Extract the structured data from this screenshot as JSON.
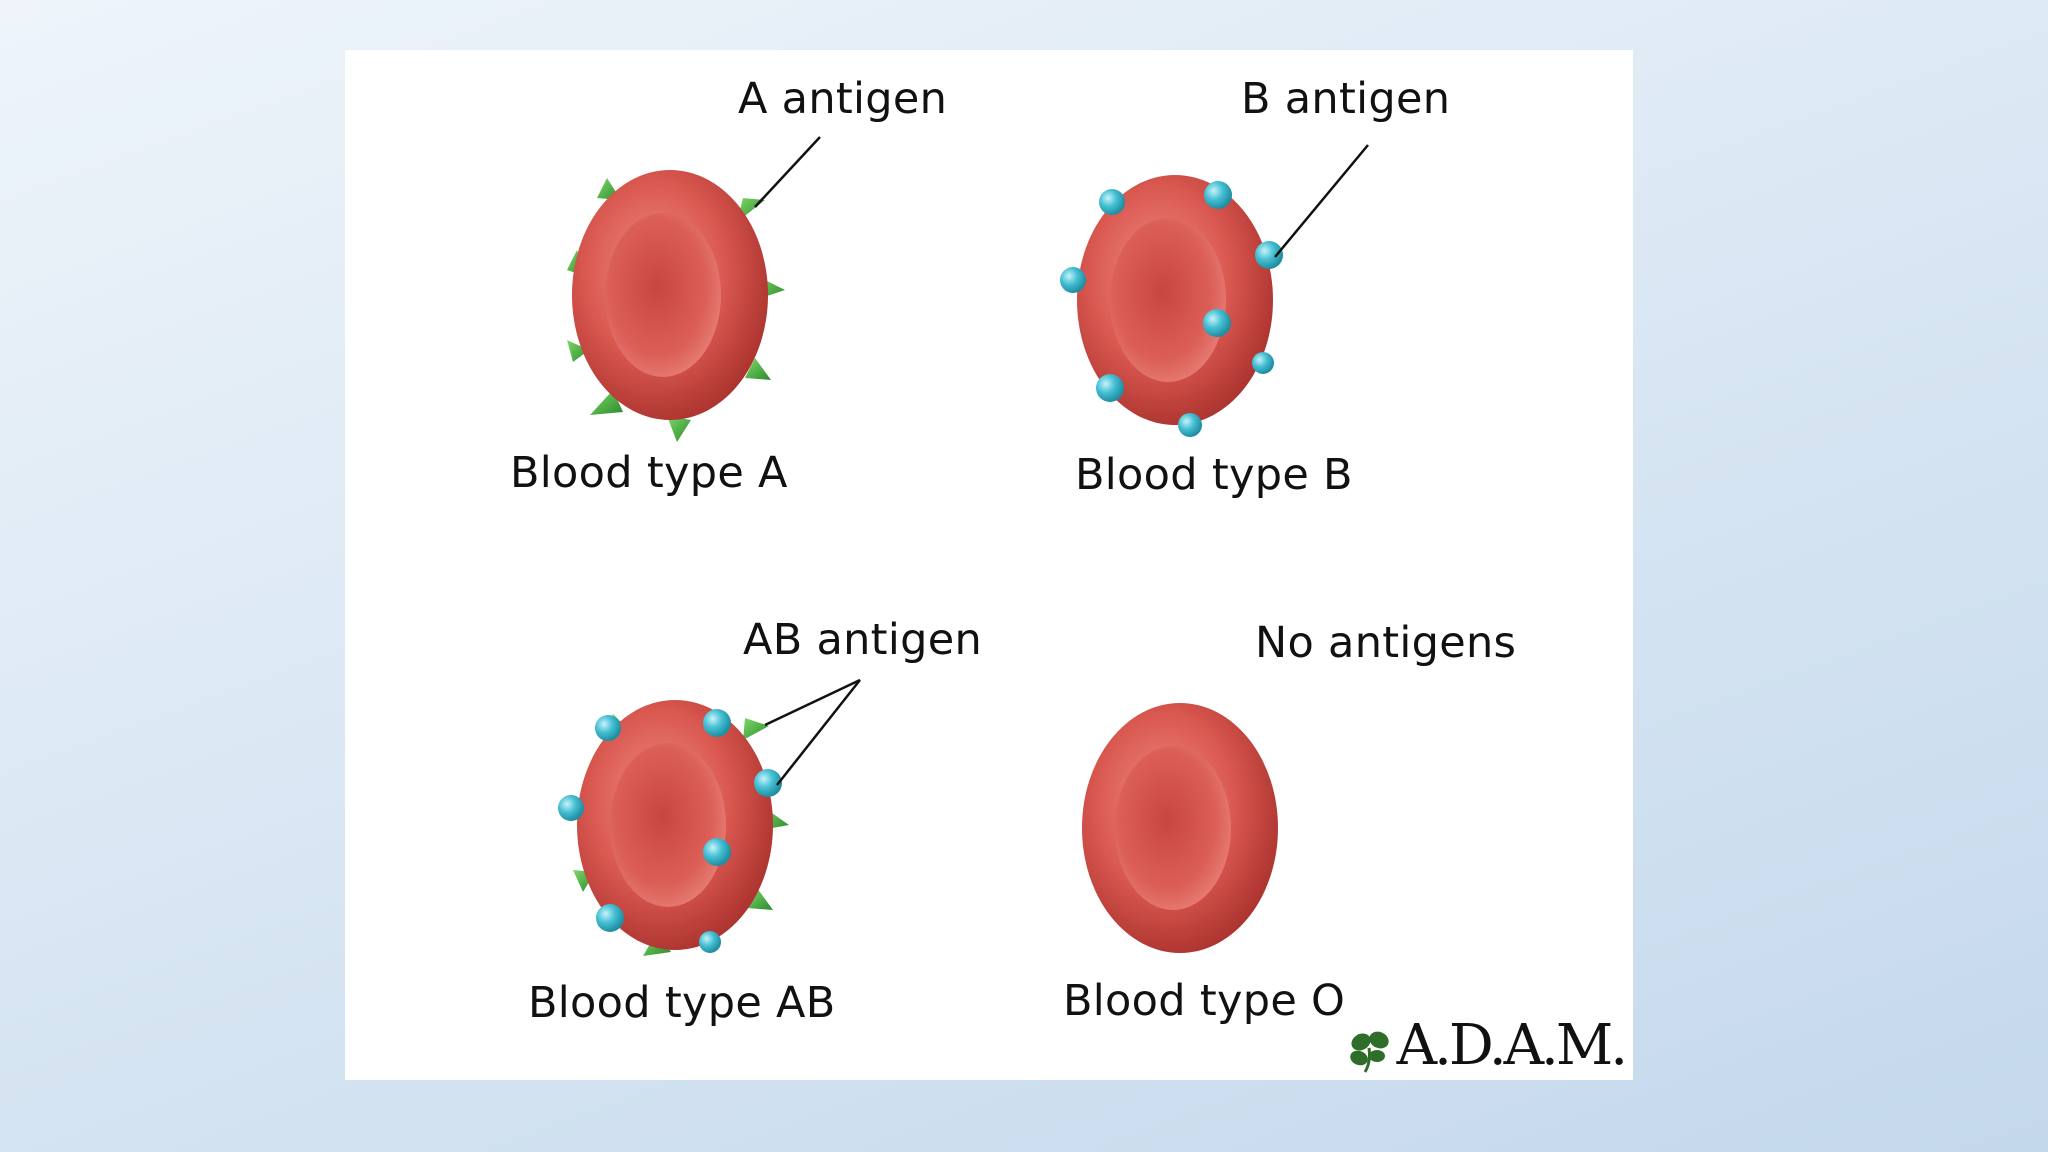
{
  "cells": [
    {
      "antigen_label": "A antigen",
      "type_label": "Blood type A"
    },
    {
      "antigen_label": "B antigen",
      "type_label": "Blood type B"
    },
    {
      "antigen_label": "AB antigen",
      "type_label": "Blood type AB"
    },
    {
      "antigen_label": "No antigens",
      "type_label": "Blood type O"
    }
  ],
  "logo": {
    "text": "A.D.A.M."
  },
  "colors": {
    "background": "#d6e4f2",
    "panel": "#ffffff",
    "cell_red": "#d9534f",
    "antigen_a_green": "#3fa83a",
    "antigen_b_cyan": "#3fb8cc"
  }
}
